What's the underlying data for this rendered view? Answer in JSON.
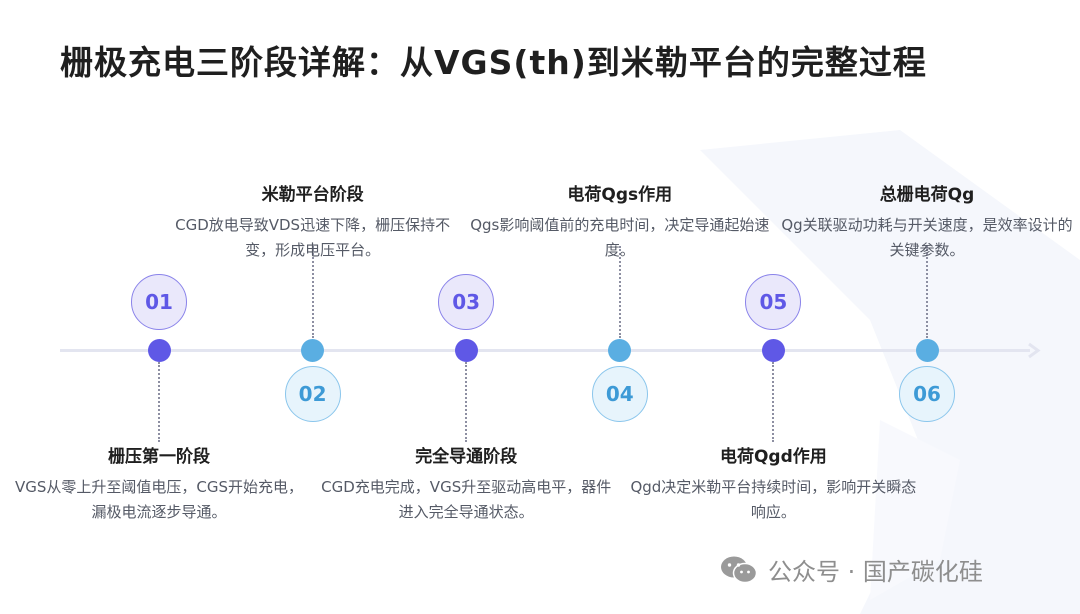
{
  "title": "栅极充电三阶段详解：从VGS(th)到米勒平台的完整过程",
  "steps": [
    {
      "number": "01",
      "title": "栅压第一阶段",
      "desc": "VGS从零上升至阈值电压，CGS开始充电，漏极电流逐步导通。",
      "position": "below",
      "color": "#5f58e6"
    },
    {
      "number": "02",
      "title": "米勒平台阶段",
      "desc": "CGD放电导致VDS迅速下降，栅压保持不变，形成电压平台。",
      "position": "above",
      "color": "#5aaee2"
    },
    {
      "number": "03",
      "title": "完全导通阶段",
      "desc": "CGD充电完成，VGS升至驱动高电平，器件进入完全导通状态。",
      "position": "below",
      "color": "#5f58e6"
    },
    {
      "number": "04",
      "title": "电荷Qgs作用",
      "desc": "Qgs影响阈值前的充电时间，决定导通起始速度。",
      "position": "above",
      "color": "#5aaee2"
    },
    {
      "number": "05",
      "title": "电荷Qgd作用",
      "desc": "Qgd决定米勒平台持续时间，影响开关瞬态响应。",
      "position": "below",
      "color": "#5f58e6"
    },
    {
      "number": "06",
      "title": "总栅电荷Qg",
      "desc": "Qg关联驱动功耗与开关速度，是效率设计的关键参数。",
      "position": "above",
      "color": "#5aaee2"
    }
  ],
  "watermark": {
    "text": "公众号 · 国产碳化硅",
    "icon": "wechat-icon"
  }
}
